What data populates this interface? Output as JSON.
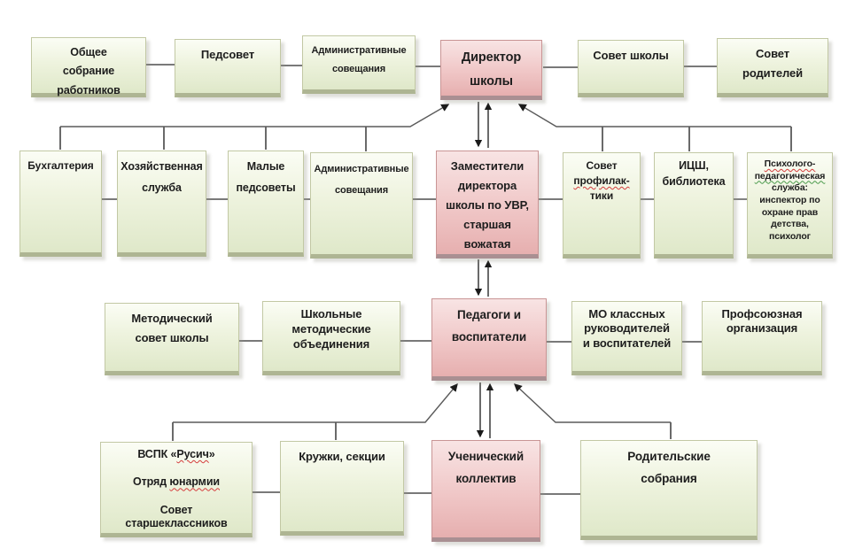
{
  "diagram_type": "school-organizational-structure",
  "colors": {
    "node_green_top": "#fbfdf5",
    "node_green_bottom": "#dfe8c9",
    "node_green_edge": "#aeb593",
    "node_pink_top": "#f8e4e4",
    "node_pink_bottom": "#e6afaf",
    "node_pink_edge": "#a98f92",
    "connector": "#4d4d4d",
    "arrow": "#1a1a1a",
    "spell_red": "#d43c3c",
    "spell_green": "#4a9a4a"
  },
  "nodes": {
    "obshchee_sobranie": {
      "text": "Общее\nсобрание\nработников"
    },
    "pedsovet": {
      "text": "Педсовет"
    },
    "admin_soveshchaniya_1": {
      "text": "Административные\nсовещания"
    },
    "director": {
      "text": "Директор\nшколы"
    },
    "sovet_shkoly": {
      "text": "Совет школы"
    },
    "sovet_roditeley": {
      "text": "Совет\nродителей"
    },
    "buhgalteriya": {
      "text": "Бухгалтерия"
    },
    "hozyaystvennaya": {
      "text": "Хозяйственная\nслужба"
    },
    "malye_pedsovety": {
      "text": "Малые\nпедсоветы"
    },
    "admin_soveshchaniya_2": {
      "text": "Административные\nсовещания"
    },
    "zamestiteli": {
      "text": "Заместители\nдиректора\nшколы по УВР,\nстаршая\nвожатая"
    },
    "sovet_profilaktiki": {
      "segments": [
        {
          "text": "Совет\n"
        },
        {
          "text": "профилак-",
          "spell": "red"
        },
        {
          "text": "\nтики"
        }
      ]
    },
    "icsh_biblioteka": {
      "text": "ИЦШ,\nбиблиотека"
    },
    "psihologo_sluzhba": {
      "segments": [
        {
          "text": "Психолого-",
          "spell": "red"
        },
        {
          "text": "\n"
        },
        {
          "text": "педагогическая",
          "spell": "green"
        },
        {
          "text": "\nслужба:\nинспектор по\nохране прав\nдетства,\nпсихолог"
        }
      ]
    },
    "metodicheskiy_sovet": {
      "text": "Методический\nсовет школы"
    },
    "shkolnye_mo": {
      "text": "Школьные\nметодические\nобъединения"
    },
    "pedagogi": {
      "text": "Педагоги и\nвоспитатели"
    },
    "mo_klassnyh": {
      "text": "МО классных\nруководителей\nи воспитателей"
    },
    "profsoyuznaya": {
      "text": "Профсоюзная\nорганизация"
    },
    "vspk": {
      "segments": [
        {
          "text": "ВСПК «"
        },
        {
          "text": "Русич",
          "spell": "red"
        },
        {
          "text": "»\n\nОтряд "
        },
        {
          "text": "юнармии",
          "spell": "red"
        },
        {
          "text": "\n\nСовет\nстаршеклассников"
        }
      ]
    },
    "kruzhki": {
      "text": "Кружки, секции"
    },
    "uchenicheskiy": {
      "text": "Ученический\nколлектив"
    },
    "roditelskie": {
      "text": "Родительские\nсобрания"
    }
  }
}
